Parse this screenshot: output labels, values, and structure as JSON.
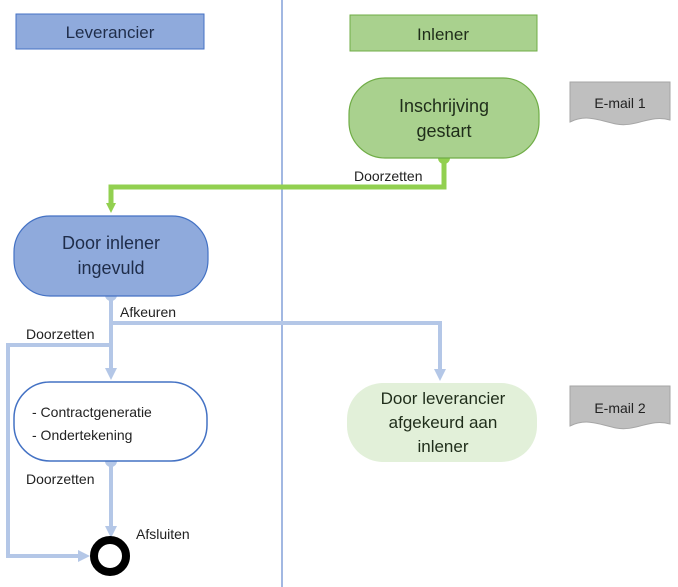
{
  "lanes": {
    "left": {
      "label": "Leverancier",
      "fill": "#8faadc",
      "stroke": "#4472c4"
    },
    "right": {
      "label": "Inlener",
      "fill": "#a9d18e",
      "stroke": "#70ad47"
    }
  },
  "nodes": {
    "inschrijving": {
      "line1": "Inschrijving",
      "line2": "gestart",
      "fill": "#a9d18e",
      "stroke": "#70ad47"
    },
    "door_inlener": {
      "line1": "Door inlener",
      "line2": "ingevuld",
      "fill": "#8faadc",
      "stroke": "#4472c4"
    },
    "contract": {
      "line1": "- Contractgeneratie",
      "line2": "- Ondertekening",
      "fill": "#ffffff",
      "stroke": "#4472c4"
    },
    "afgekeurd": {
      "line1": "Door leverancier",
      "line2": "afgekeurd aan",
      "line3": "inlener",
      "fill": "#e2f0d9"
    }
  },
  "edges": {
    "doorzetten_1": "Doorzetten",
    "afkeuren": "Afkeuren",
    "doorzetten_2": "Doorzetten",
    "doorzetten_3": "Doorzetten",
    "afsluiten": "Afsluiten"
  },
  "documents": {
    "email_1": "E-mail 1",
    "email_2": "E-mail 2"
  },
  "colors": {
    "green_flow": "#92d050",
    "blue_flow": "#b4c7e7",
    "divider": "#4472c4",
    "document_fill": "#bfbfbf"
  }
}
